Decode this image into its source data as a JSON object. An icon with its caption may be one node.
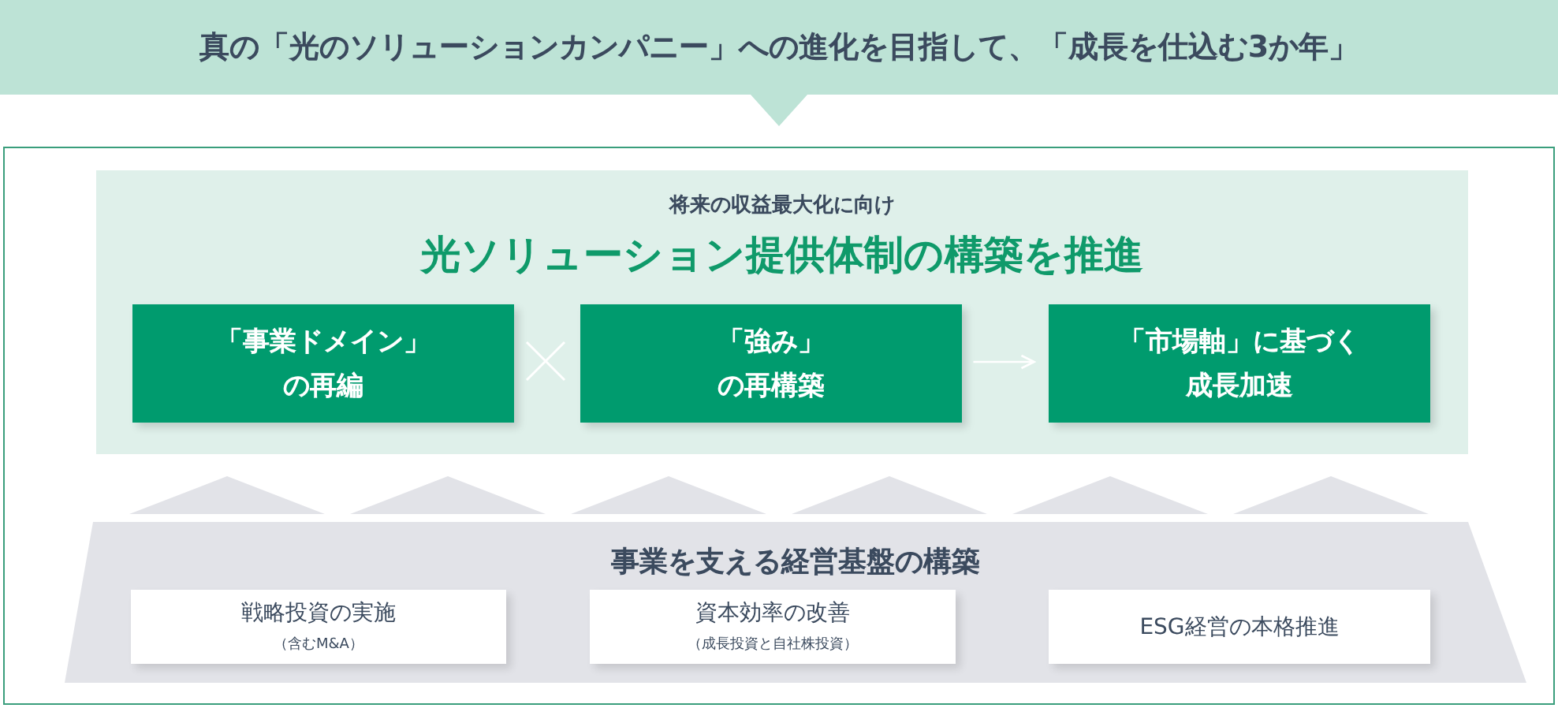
{
  "diagram": {
    "nodes": [
      {
        "text": [
          "真の「光のソリューションカンパニー」への進化を目指して、「成長を仕込む3か年」"
        ]
      },
      {
        "text": [],
        "shape": "box"
      },
      {
        "text": [
          "将来の収益最大化に向け",
          "光ソリューション提供体制の構築を推進"
        ],
        "in": 1
      },
      {
        "text": [
          "「事業ドメイン」の再編"
        ],
        "in": 2
      },
      {
        "text": [
          "「強み」の再構築"
        ],
        "in": 2
      },
      {
        "text": [
          "「市場軸」に基づく成長加速"
        ],
        "in": 2
      },
      {
        "text": [
          "事業を支える経営基盤の構築"
        ],
        "in": 1
      },
      {
        "text": [
          "戦略投資の実施",
          "（含むM&A）"
        ],
        "in": 6
      },
      {
        "text": [
          "資本効率の改善",
          "（成長投資と自社株投資）"
        ],
        "in": 6
      },
      {
        "text": [
          "ESG経営の本格推進"
        ],
        "in": 6
      }
    ],
    "edges": [
      {
        "from": 4,
        "to": 5,
        "arrow": "to"
      }
    ]
  }
}
